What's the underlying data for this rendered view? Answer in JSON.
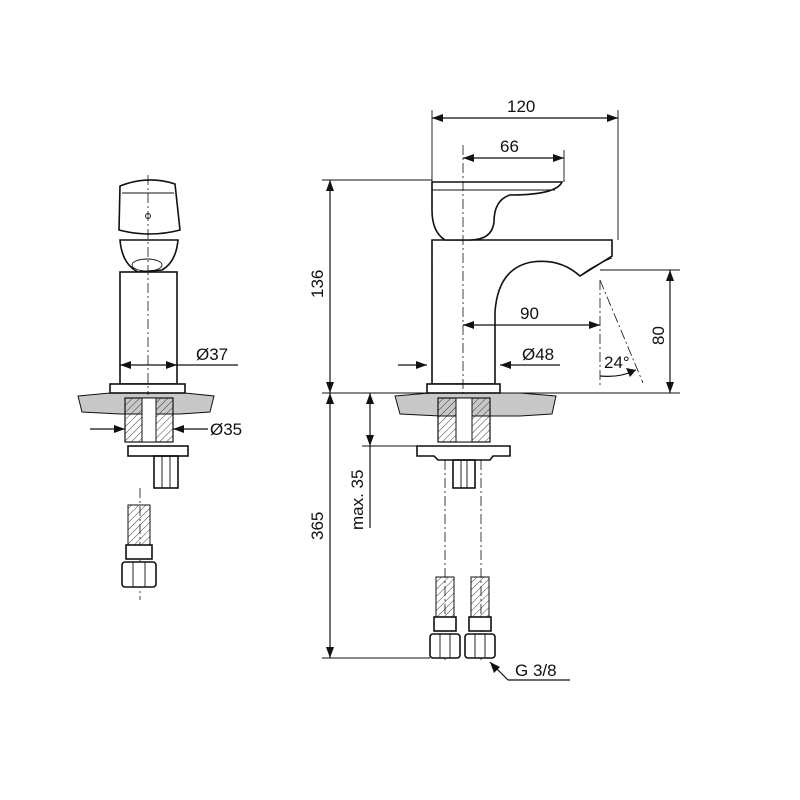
{
  "dimensions": {
    "overall_width": "120",
    "handle_reach": "66",
    "height": "136",
    "spout_reach": "90",
    "spout_clearance": "80",
    "spray_angle": "24°",
    "base_diameter_side": "Ø37",
    "base_diameter_front": "Ø48",
    "shank_diameter": "Ø35",
    "hose_length": "365",
    "max_counter_thickness": "max. 35",
    "hose_thread": "G 3/8"
  },
  "colors": {
    "line": "#111111",
    "counter": "#c8c8c8",
    "background": "#ffffff"
  }
}
